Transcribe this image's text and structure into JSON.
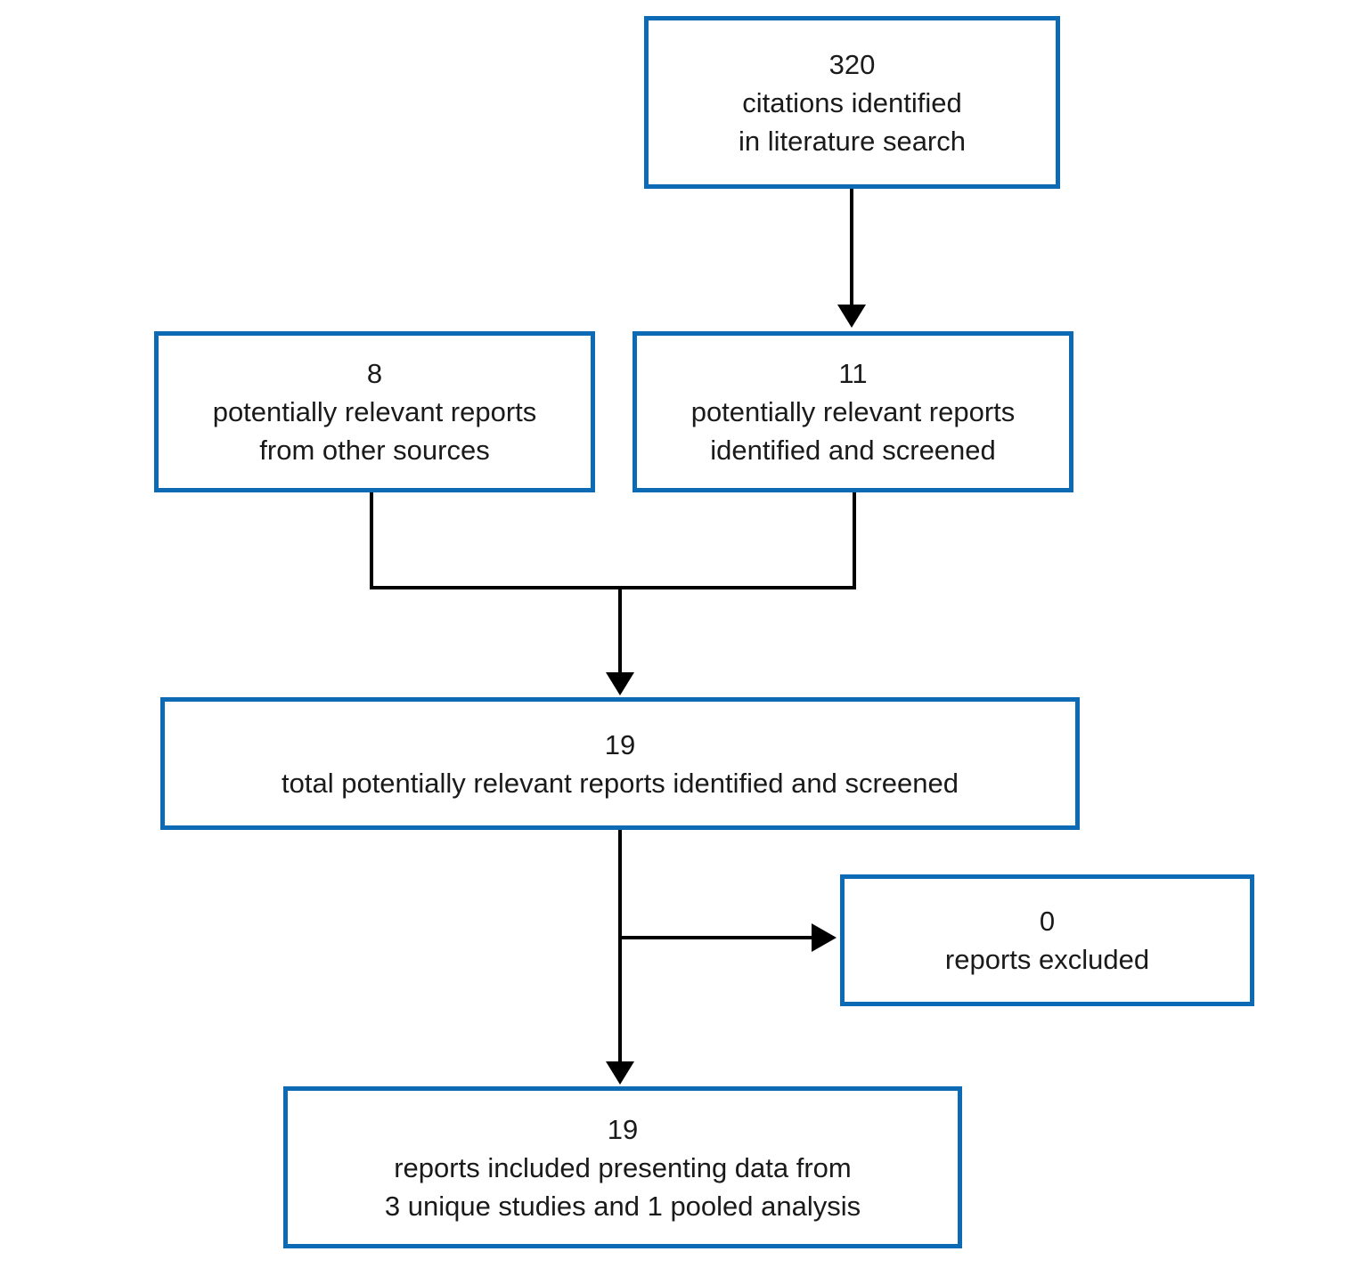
{
  "diagram": {
    "title": "Literature search flow diagram",
    "colors": {
      "box_border": "#0d6bb5",
      "arrow": "#000000",
      "text": "#1a1a1a",
      "background": "#ffffff"
    },
    "boxes": {
      "citations": {
        "lines": [
          "320",
          "citations identified",
          "in literature search"
        ]
      },
      "other_sources": {
        "lines": [
          "8",
          "potentially relevant reports",
          "from other sources"
        ]
      },
      "screened": {
        "lines": [
          "11",
          "potentially relevant reports",
          "identified and screened"
        ]
      },
      "total": {
        "lines": [
          "19",
          "total potentially relevant reports identified and screened"
        ]
      },
      "excluded": {
        "lines": [
          "0",
          "reports excluded"
        ]
      },
      "included": {
        "lines": [
          "19",
          "reports included presenting data from",
          "3 unique studies and 1 pooled analysis"
        ]
      }
    },
    "edges": [
      "citations -> screened",
      "other_sources + screened -> total",
      "total -> excluded",
      "total -> included"
    ]
  }
}
